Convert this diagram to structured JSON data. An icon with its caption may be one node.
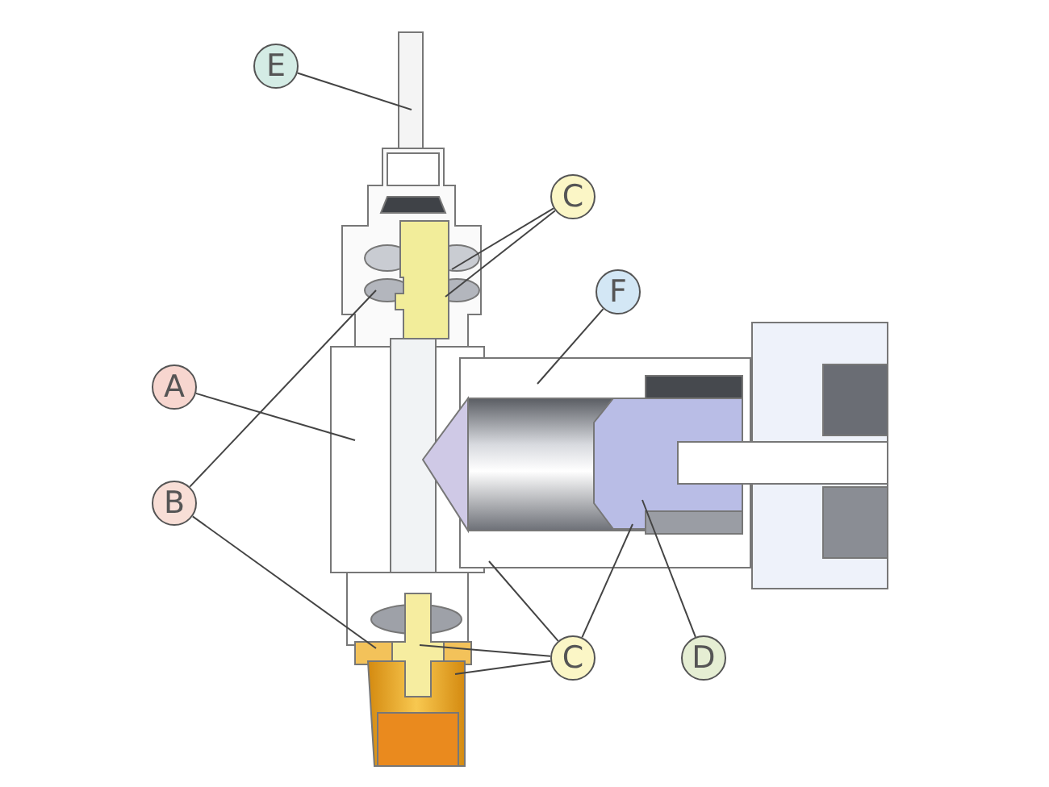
{
  "diagram": {
    "nodes": [
      {
        "text": [
          "E"
        ]
      },
      {
        "text": [
          "C"
        ]
      },
      {
        "text": [
          "F"
        ]
      },
      {
        "text": [
          "A"
        ]
      },
      {
        "text": [
          "B"
        ]
      },
      {
        "text": [
          "C"
        ]
      },
      {
        "text": [
          "D"
        ]
      }
    ],
    "edges": [
      {
        "from": 0,
        "to": null,
        "arrow": "none"
      },
      {
        "from": 1,
        "to": null,
        "arrow": "none"
      },
      {
        "from": 1,
        "to": null,
        "arrow": "none"
      },
      {
        "from": 2,
        "to": null,
        "arrow": "none"
      },
      {
        "from": 3,
        "to": null,
        "arrow": "none"
      },
      {
        "from": 4,
        "to": null,
        "arrow": "none"
      },
      {
        "from": 4,
        "to": null,
        "arrow": "none"
      },
      {
        "from": 5,
        "to": null,
        "arrow": "none"
      },
      {
        "from": 5,
        "to": null,
        "arrow": "none"
      },
      {
        "from": 5,
        "to": null,
        "arrow": "none"
      },
      {
        "from": 5,
        "to": null,
        "arrow": "none"
      },
      {
        "from": 6,
        "to": null,
        "arrow": "none"
      }
    ]
  }
}
